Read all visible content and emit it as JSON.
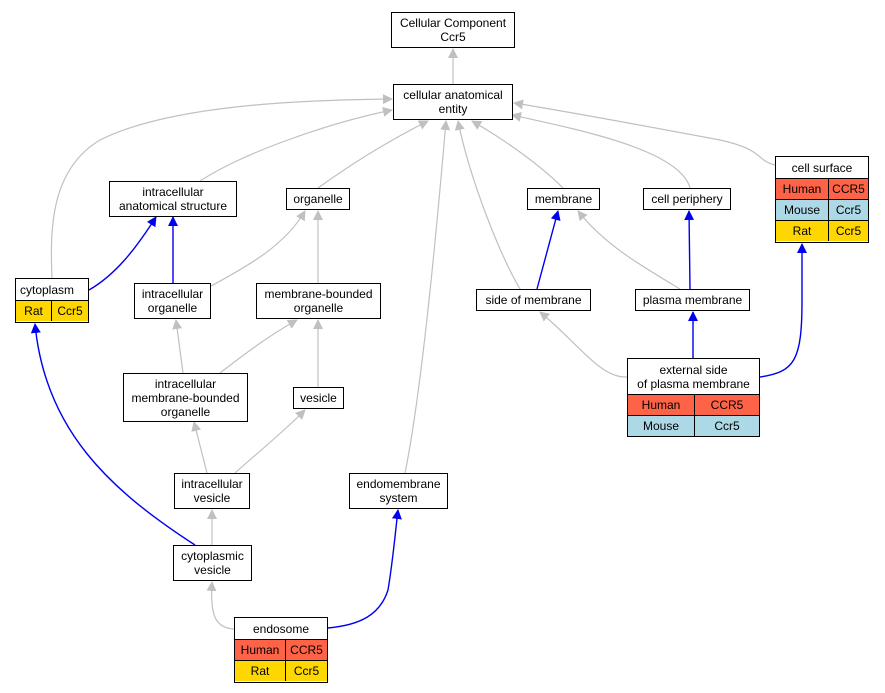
{
  "colors": {
    "is_a_edge": "#c0c0c0",
    "part_of_edge": "#0000ee",
    "human": "#ff6347",
    "mouse": "#add8e6",
    "rat": "#ffd700"
  },
  "nodes": {
    "cellular_component": {
      "label": "Cellular Component\nCcr5"
    },
    "cellular_anatomical_entity": {
      "label": "cellular anatomical\nentity"
    },
    "intracellular_anatomical_structure": {
      "label": "intracellular\nanatomical structure"
    },
    "organelle": {
      "label": "organelle"
    },
    "membrane": {
      "label": "membrane"
    },
    "cell_periphery": {
      "label": "cell periphery"
    },
    "cell_surface": {
      "label": "cell surface",
      "species": [
        {
          "species": "Human",
          "gene": "CCR5"
        },
        {
          "species": "Mouse",
          "gene": "Ccr5"
        },
        {
          "species": "Rat",
          "gene": "Ccr5"
        }
      ]
    },
    "cytoplasm": {
      "label": "cytoplasm",
      "species": [
        {
          "species": "Rat",
          "gene": "Ccr5"
        }
      ]
    },
    "intracellular_organelle": {
      "label": "intracellular\norganelle"
    },
    "membrane_bounded_organelle": {
      "label": "membrane-bounded\norganelle"
    },
    "side_of_membrane": {
      "label": "side of membrane"
    },
    "plasma_membrane": {
      "label": "plasma membrane"
    },
    "intracellular_membrane_bounded_organelle": {
      "label": "intracellular\nmembrane-bounded\norganelle"
    },
    "vesicle": {
      "label": "vesicle"
    },
    "external_side_of_plasma_membrane": {
      "label": "external side\nof plasma membrane",
      "species": [
        {
          "species": "Human",
          "gene": "CCR5"
        },
        {
          "species": "Mouse",
          "gene": "Ccr5"
        }
      ]
    },
    "intracellular_vesicle": {
      "label": "intracellular\nvesicle"
    },
    "endomembrane_system": {
      "label": "endomembrane\nsystem"
    },
    "cytoplasmic_vesicle": {
      "label": "cytoplasmic\nvesicle"
    },
    "endosome": {
      "label": "endosome",
      "species": [
        {
          "species": "Human",
          "gene": "CCR5"
        },
        {
          "species": "Rat",
          "gene": "Ccr5"
        }
      ]
    }
  },
  "edges": [
    {
      "from": "cellular_anatomical_entity",
      "to": "cellular_component",
      "relation": "is_a"
    },
    {
      "from": "intracellular_anatomical_structure",
      "to": "cellular_anatomical_entity",
      "relation": "is_a"
    },
    {
      "from": "organelle",
      "to": "cellular_anatomical_entity",
      "relation": "is_a"
    },
    {
      "from": "membrane",
      "to": "cellular_anatomical_entity",
      "relation": "is_a"
    },
    {
      "from": "cell_periphery",
      "to": "cellular_anatomical_entity",
      "relation": "is_a"
    },
    {
      "from": "cell_surface",
      "to": "cellular_anatomical_entity",
      "relation": "is_a"
    },
    {
      "from": "cytoplasm",
      "to": "cellular_anatomical_entity",
      "relation": "is_a"
    },
    {
      "from": "side_of_membrane",
      "to": "cellular_anatomical_entity",
      "relation": "is_a"
    },
    {
      "from": "endomembrane_system",
      "to": "cellular_anatomical_entity",
      "relation": "is_a"
    },
    {
      "from": "cytoplasm",
      "to": "intracellular_anatomical_structure",
      "relation": "part_of"
    },
    {
      "from": "intracellular_organelle",
      "to": "intracellular_anatomical_structure",
      "relation": "part_of"
    },
    {
      "from": "intracellular_organelle",
      "to": "organelle",
      "relation": "is_a"
    },
    {
      "from": "membrane_bounded_organelle",
      "to": "organelle",
      "relation": "is_a"
    },
    {
      "from": "side_of_membrane",
      "to": "membrane",
      "relation": "part_of"
    },
    {
      "from": "plasma_membrane",
      "to": "membrane",
      "relation": "is_a"
    },
    {
      "from": "plasma_membrane",
      "to": "cell_periphery",
      "relation": "part_of"
    },
    {
      "from": "intracellular_membrane_bounded_organelle",
      "to": "intracellular_organelle",
      "relation": "is_a"
    },
    {
      "from": "intracellular_membrane_bounded_organelle",
      "to": "membrane_bounded_organelle",
      "relation": "is_a"
    },
    {
      "from": "vesicle",
      "to": "membrane_bounded_organelle",
      "relation": "is_a"
    },
    {
      "from": "external_side_of_plasma_membrane",
      "to": "side_of_membrane",
      "relation": "is_a"
    },
    {
      "from": "external_side_of_plasma_membrane",
      "to": "plasma_membrane",
      "relation": "part_of"
    },
    {
      "from": "external_side_of_plasma_membrane",
      "to": "cell_surface",
      "relation": "part_of"
    },
    {
      "from": "intracellular_vesicle",
      "to": "intracellular_membrane_bounded_organelle",
      "relation": "is_a"
    },
    {
      "from": "intracellular_vesicle",
      "to": "vesicle",
      "relation": "is_a"
    },
    {
      "from": "cytoplasmic_vesicle",
      "to": "intracellular_vesicle",
      "relation": "is_a"
    },
    {
      "from": "cytoplasmic_vesicle",
      "to": "cytoplasm",
      "relation": "part_of"
    },
    {
      "from": "endosome",
      "to": "cytoplasmic_vesicle",
      "relation": "is_a"
    },
    {
      "from": "endosome",
      "to": "endomembrane_system",
      "relation": "part_of"
    }
  ]
}
